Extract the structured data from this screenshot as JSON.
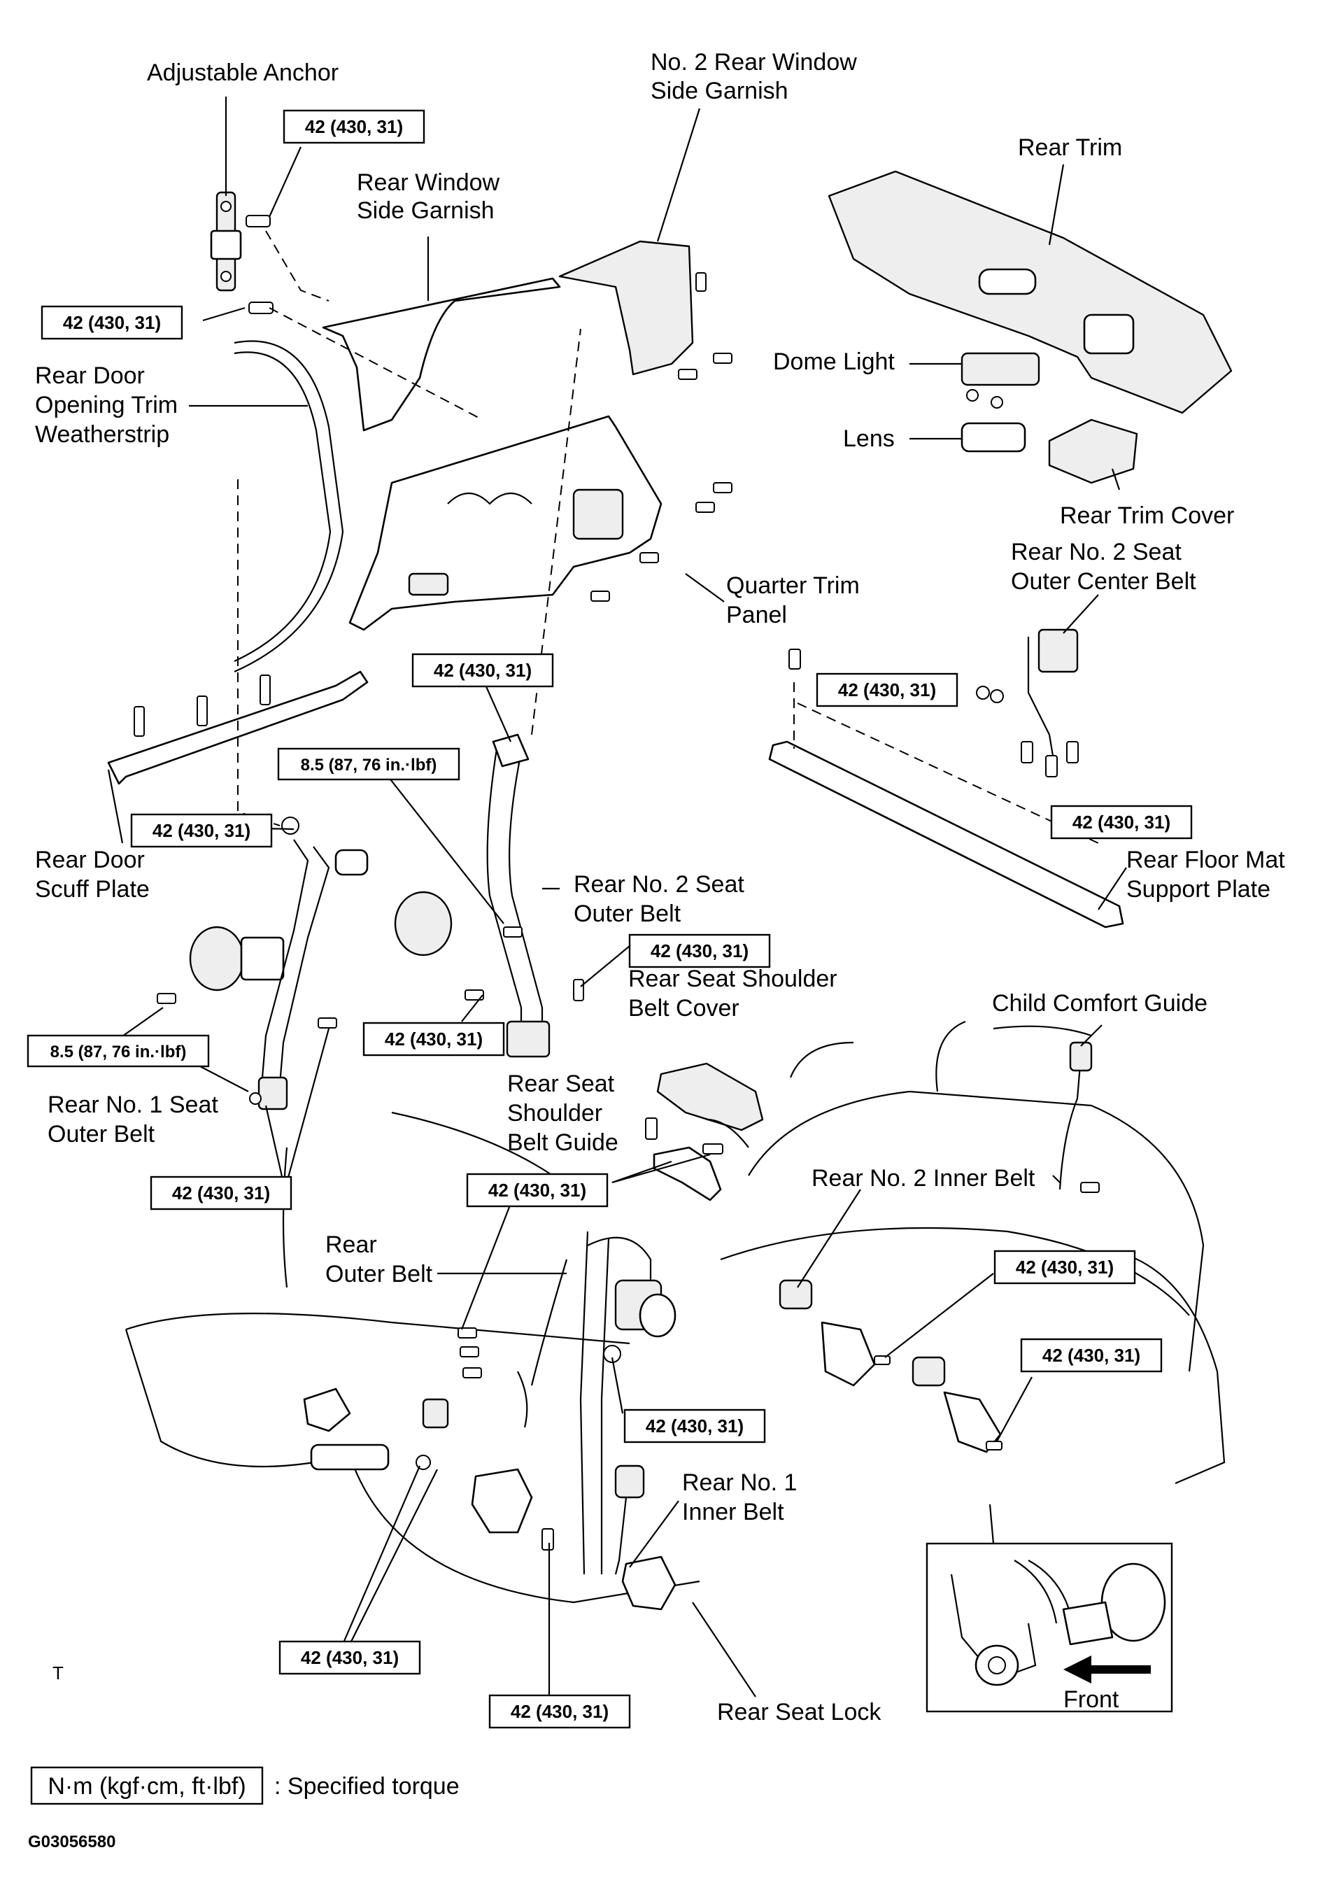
{
  "labels": {
    "adjustable_anchor": "Adjustable Anchor",
    "no2_rear_window_side_garnish_l1": "No. 2 Rear Window",
    "no2_rear_window_side_garnish_l2": "Side Garnish",
    "rear_trim": "Rear Trim",
    "rear_window_side_garnish_l1": "Rear Window",
    "rear_window_side_garnish_l2": "Side Garnish",
    "dome_light": "Dome Light",
    "rear_door_opening_trim_l1": "Rear Door",
    "rear_door_opening_trim_l2": "Opening Trim",
    "rear_door_opening_trim_l3": "Weatherstrip",
    "lens": "Lens",
    "rear_trim_cover": "Rear Trim Cover",
    "rear_no2_seat_outer_center_belt_l1": "Rear No. 2 Seat",
    "rear_no2_seat_outer_center_belt_l2": "Outer Center Belt",
    "quarter_trim_panel_l1": "Quarter Trim",
    "quarter_trim_panel_l2": "Panel",
    "rear_door_scuff_plate_l1": "Rear Door",
    "rear_door_scuff_plate_l2": "Scuff Plate",
    "rear_no2_seat_outer_belt_l1": "Rear No. 2 Seat",
    "rear_no2_seat_outer_belt_l2": "Outer Belt",
    "rear_floor_mat_support_plate_l1": "Rear Floor Mat",
    "rear_floor_mat_support_plate_l2": "Support Plate",
    "rear_seat_shoulder_belt_cover_l1": "Rear Seat Shoulder",
    "rear_seat_shoulder_belt_cover_l2": "Belt Cover",
    "child_comfort_guide": "Child Comfort Guide",
    "rear_no1_seat_outer_belt_l1": "Rear No. 1 Seat",
    "rear_no1_seat_outer_belt_l2": "Outer Belt",
    "rear_seat_shoulder_belt_guide_l1": "Rear Seat",
    "rear_seat_shoulder_belt_guide_l2": "Shoulder",
    "rear_seat_shoulder_belt_guide_l3": "Belt Guide",
    "rear_no2_inner_belt": "Rear No. 2 Inner Belt",
    "rear_outer_belt_l1": "Rear",
    "rear_outer_belt_l2": "Outer Belt",
    "rear_no1_inner_belt_l1": "Rear No. 1",
    "rear_no1_inner_belt_l2": "Inner Belt",
    "rear_seat_lock": "Rear Seat Lock",
    "front": "Front",
    "t_mark": "T"
  },
  "torque": {
    "standard": "42 (430, 31)",
    "small": "8.5 (87, 76 in.·lbf)"
  },
  "legend": {
    "unit": "N·m (kgf·cm, ft·lbf)",
    "description": ": Specified torque"
  },
  "figure_code": "G03056580"
}
